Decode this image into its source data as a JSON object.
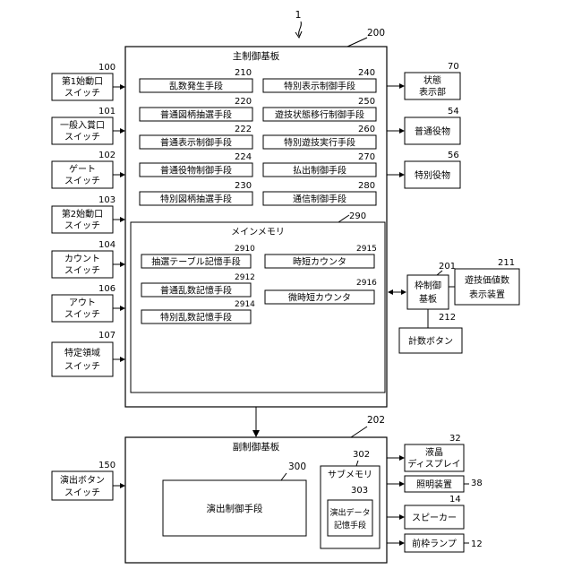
{
  "fig_number": "1",
  "main_board": {
    "ref": "200",
    "title": "主制御基板",
    "left_units": [
      {
        "ref": "210",
        "label": "乱数発生手段"
      },
      {
        "ref": "220",
        "label": "普通図柄抽選手段"
      },
      {
        "ref": "222",
        "label": "普通表示制御手段"
      },
      {
        "ref": "224",
        "label": "普通役物制御手段"
      },
      {
        "ref": "230",
        "label": "特別図柄抽選手段"
      }
    ],
    "right_units": [
      {
        "ref": "240",
        "label": "特別表示制御手段"
      },
      {
        "ref": "250",
        "label": "遊技状態移行制御手段"
      },
      {
        "ref": "260",
        "label": "特別遊技実行手段"
      },
      {
        "ref": "270",
        "label": "払出制御手段"
      },
      {
        "ref": "280",
        "label": "通信制御手段"
      }
    ],
    "memory": {
      "ref": "290",
      "title": "メインメモリ",
      "items": [
        {
          "ref": "2910",
          "label": "抽選テーブル記憶手段"
        },
        {
          "ref": "2912",
          "label": "普通乱数記憶手段"
        },
        {
          "ref": "2914",
          "label": "特別乱数記憶手段"
        },
        {
          "ref": "2915",
          "label": "時短カウンタ"
        },
        {
          "ref": "2916",
          "label": "微時短カウンタ"
        }
      ]
    }
  },
  "inputs": [
    {
      "ref": "100",
      "line1": "第1始動口",
      "line2": "スイッチ"
    },
    {
      "ref": "101",
      "line1": "一般入賞口",
      "line2": "スイッチ"
    },
    {
      "ref": "102",
      "line1": "ゲート",
      "line2": "スイッチ"
    },
    {
      "ref": "103",
      "line1": "第2始動口",
      "line2": "スイッチ"
    },
    {
      "ref": "104",
      "line1": "カウント",
      "line2": "スイッチ"
    },
    {
      "ref": "106",
      "line1": "アウト",
      "line2": "スイッチ"
    },
    {
      "ref": "107",
      "line1": "特定領域",
      "line2": "スイッチ"
    }
  ],
  "outputs": [
    {
      "ref": "70",
      "line1": "状態",
      "line2": "表示部"
    },
    {
      "ref": "54",
      "line1": "普通役物",
      "line2": ""
    },
    {
      "ref": "56",
      "line1": "特別役物",
      "line2": ""
    }
  ],
  "frame_board": {
    "ref": "201",
    "line1": "枠制御",
    "line2": "基板"
  },
  "game_value_display": {
    "ref": "211",
    "line1": "遊技価値数",
    "line2": "表示装置"
  },
  "count_button": {
    "ref": "212",
    "label": "計数ボタン"
  },
  "sub_board": {
    "ref": "202",
    "title": "副制御基板",
    "effect_control": {
      "ref": "300",
      "label": "演出制御手段"
    },
    "sub_memory": {
      "ref": "302",
      "title": "サブメモリ"
    },
    "effect_data": {
      "ref": "303",
      "line1": "演出データ",
      "line2": "記憶手段"
    }
  },
  "effect_button": {
    "ref": "150",
    "line1": "演出ボタン",
    "line2": "スイッチ"
  },
  "sub_outputs": [
    {
      "ref": "32",
      "line1": "液晶",
      "line2": "ディスプレイ"
    },
    {
      "ref": "38",
      "line1": "照明装置",
      "line2": ""
    },
    {
      "ref": "14",
      "line1": "スピーカー",
      "line2": ""
    },
    {
      "ref": "12",
      "line1": "前枠ランプ",
      "line2": ""
    }
  ]
}
